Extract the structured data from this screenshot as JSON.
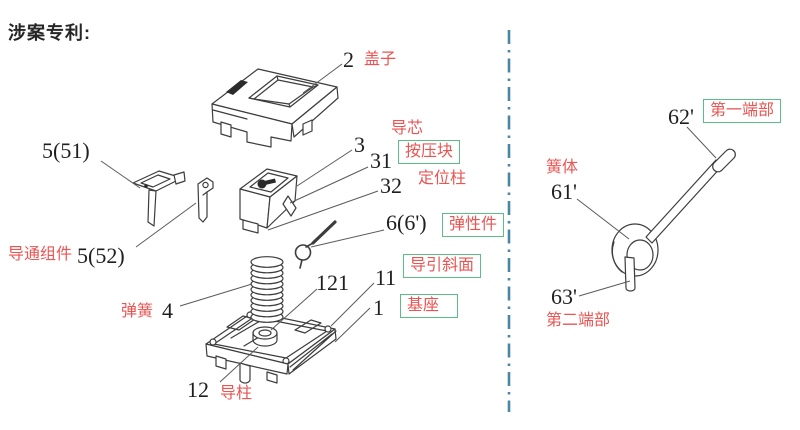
{
  "title": "涉案专利:",
  "colors": {
    "label-red": "#e85552",
    "box-green": "#5cbd86",
    "divider-blue": "#4a87a5",
    "line-dark": "#3d3d3d",
    "text-dark": "#1f1f1f"
  },
  "figure": {
    "exploded_view": {
      "cover": {
        "num": "2",
        "label": "盖子"
      },
      "core": {
        "num": "3",
        "label": "导芯"
      },
      "press_block": {
        "num": "31",
        "label": "按压块"
      },
      "positioning_post": {
        "num": "32",
        "label": "定位柱"
      },
      "conduction_assembly": {
        "label": "导通组件",
        "part_a_num": "5(51)",
        "part_b_num": "5(52)"
      },
      "elastic_member": {
        "num": "6(6')",
        "label": "弹性件"
      },
      "coil_spring": {
        "num": "4",
        "label": "弹簧"
      },
      "num_121": "121",
      "guide_slope": {
        "num": "11",
        "label": "导引斜面"
      },
      "base": {
        "num": "1",
        "label": "基座"
      },
      "guide_post": {
        "num": "12",
        "label": "导柱"
      }
    },
    "torsion_spring": {
      "first_end": {
        "num": "62'",
        "label": "第一端部"
      },
      "spring_body": {
        "num": "61'",
        "label": "簧体"
      },
      "second_end": {
        "num": "63'",
        "label": "第二端部"
      }
    }
  }
}
